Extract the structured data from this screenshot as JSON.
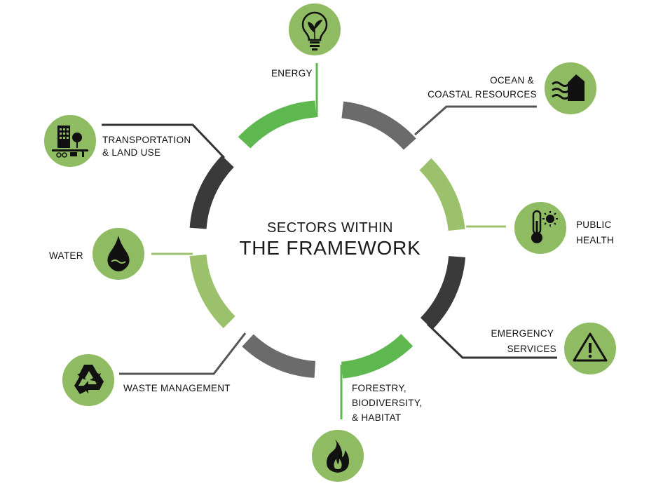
{
  "title": {
    "line1": "SECTORS WITHIN",
    "line2": "THE FRAMEWORK"
  },
  "colors": {
    "light_green": "#9bc16c",
    "bright_green": "#5eb84f",
    "dark_gray": "#3a3a3a",
    "mid_gray": "#6b6b6b",
    "icon_circle": "#8fbc62"
  },
  "sectors": [
    {
      "id": "energy",
      "lines": [
        "ENERGY"
      ],
      "icon": "lightbulb-icon"
    },
    {
      "id": "ocean",
      "lines": [
        "OCEAN &",
        "COASTAL RESOURCES"
      ],
      "icon": "coast-icon"
    },
    {
      "id": "health",
      "lines": [
        "PUBLIC",
        "HEALTH"
      ],
      "icon": "thermometer-icon"
    },
    {
      "id": "emergency",
      "lines": [
        "EMERGENCY",
        "SERVICES"
      ],
      "icon": "warning-icon"
    },
    {
      "id": "forestry",
      "lines": [
        "FORESTRY,",
        "BIODIVERSITY,",
        "& HABITAT"
      ],
      "icon": "fire-icon"
    },
    {
      "id": "waste",
      "lines": [
        "WASTE MANAGEMENT"
      ],
      "icon": "recycle-icon"
    },
    {
      "id": "water",
      "lines": [
        "WATER"
      ],
      "icon": "water-drop-icon"
    },
    {
      "id": "transport",
      "lines": [
        "TRANSPORTATION",
        "& LAND USE"
      ],
      "icon": "city-icon"
    }
  ]
}
